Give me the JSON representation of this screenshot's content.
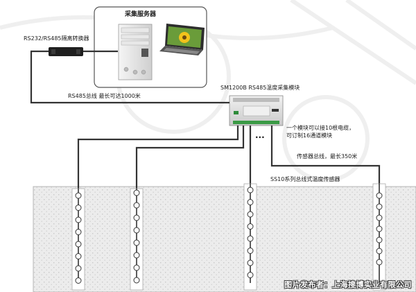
{
  "labels": {
    "server_title": "采集服务器",
    "converter": "RS232/RS485隔离转换器",
    "rs485_bus": "RS485总线  最长可达1000米",
    "module_name": "SM1200B RS485温度采集模块",
    "module_note_1": "一个模块可以接10根电缆，",
    "module_note_2": "可订制16通道模块",
    "sensor_bus": "传感器总线，最长350米",
    "sensor_name": "SS10系列总线式温度传感器",
    "dots": "···"
  },
  "watermark": "图片发布者：上海搜博实业有限公司",
  "colors": {
    "wire": "#333333",
    "ground_fill": "#e9e9e9",
    "ground_border": "#b5b5b5",
    "server_box_border": "#555555",
    "module_body": "#dcdcdc"
  },
  "icons": {
    "server": "desktop-tower-icon",
    "laptop": "laptop-icon",
    "converter": "converter-box-icon",
    "module": "acquisition-module-icon",
    "sensor": "temperature-sensor-icon"
  }
}
